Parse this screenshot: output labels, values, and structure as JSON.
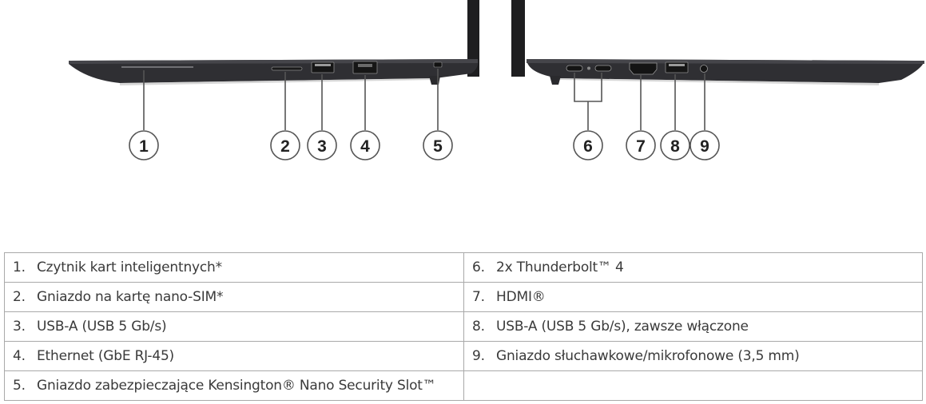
{
  "callouts": [
    "1",
    "2",
    "3",
    "4",
    "5",
    "6",
    "7",
    "8",
    "9"
  ],
  "table": {
    "rows": [
      {
        "left": {
          "num": "1.",
          "text": "Czytnik kart inteligentnych*"
        },
        "right": {
          "num": "6.",
          "text": "2x Thunderbolt™ 4"
        }
      },
      {
        "left": {
          "num": "2.",
          "text": "Gniazdo na kartę nano-SIM*"
        },
        "right": {
          "num": "7.",
          "text": "HDMI®"
        }
      },
      {
        "left": {
          "num": "3.",
          "text": "USB-A (USB 5 Gb/s)"
        },
        "right": {
          "num": "8.",
          "text": "USB-A (USB 5 Gb/s), zawsze włączone"
        }
      },
      {
        "left": {
          "num": "4.",
          "text": "Ethernet (GbE RJ-45)"
        },
        "right": {
          "num": "9.",
          "text": "Gniazdo słuchawkowe/mikrofonowe (3,5 mm)"
        }
      },
      {
        "left": {
          "num": "5.",
          "text": "Gniazdo zabezpieczające Kensington® Nano Security Slot™"
        },
        "right": {
          "num": "",
          "text": ""
        }
      }
    ]
  },
  "colors": {
    "laptop_body": "#2b2b2e",
    "line": "#555555",
    "table_border": "#a9a9a9",
    "text": "#3a3a3a"
  }
}
